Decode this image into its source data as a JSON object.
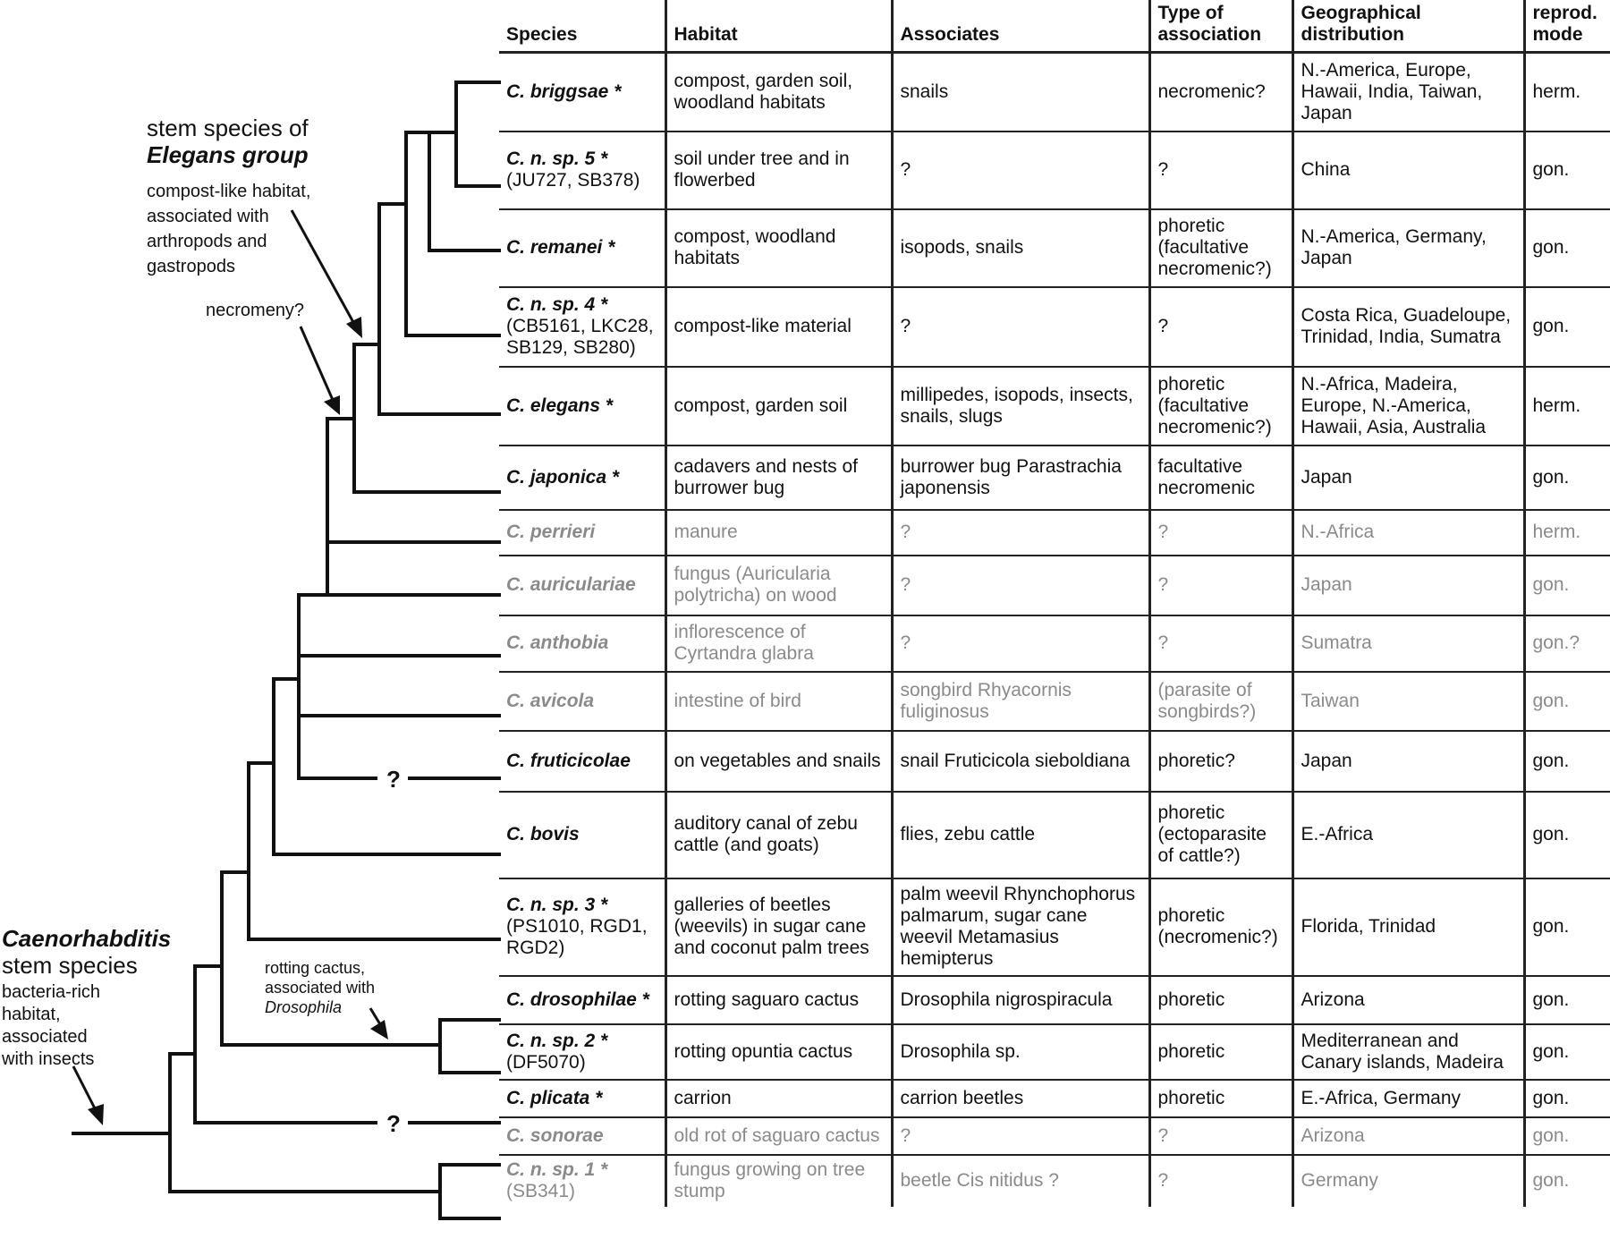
{
  "columns": [
    "Species",
    "Habitat",
    "Associates",
    "Type of association",
    "Geographical distribution",
    "reprod. mode"
  ],
  "rows": [
    {
      "species": "C. briggsae *",
      "strains": "",
      "habitat": "compost, garden soil, woodland habitats",
      "associates": "snails",
      "association": "necromenic?",
      "distribution": "N.-America, Europe, Hawaii, India, Taiwan, Japan",
      "mode": "herm.",
      "gray": false
    },
    {
      "species": "C. n. sp. 5 *",
      "strains": "(JU727, SB378)",
      "habitat": "soil under tree and in flowerbed",
      "associates": "?",
      "association": "?",
      "distribution": "China",
      "mode": "gon.",
      "gray": false
    },
    {
      "species": "C. remanei *",
      "strains": "",
      "habitat": "compost, woodland habitats",
      "associates": "isopods, snails",
      "association": "phoretic (facultative necromenic?)",
      "distribution": "N.-America, Germany, Japan",
      "mode": "gon.",
      "gray": false
    },
    {
      "species": "C. n. sp. 4 *",
      "strains": "(CB5161, LKC28, SB129, SB280)",
      "habitat": "compost-like material",
      "associates": "?",
      "association": "?",
      "distribution": "Costa Rica, Guadeloupe, Trinidad, India, Sumatra",
      "mode": "gon.",
      "gray": false
    },
    {
      "species": "C. elegans *",
      "strains": "",
      "habitat": "compost, garden soil",
      "associates": "millipedes, isopods, insects, snails, slugs",
      "association": "phoretic (facultative necromenic?)",
      "distribution": "N.-Africa, Madeira, Europe, N.-America, Hawaii, Asia, Australia",
      "mode": "herm.",
      "gray": false
    },
    {
      "species": "C. japonica *",
      "strains": "",
      "habitat": "cadavers and nests of burrower bug",
      "associates": "burrower bug Parastrachia japonensis",
      "association": "facultative necromenic",
      "distribution": "Japan",
      "mode": "gon.",
      "gray": false
    },
    {
      "species": "C. perrieri",
      "strains": "",
      "habitat": "manure",
      "associates": "?",
      "association": "?",
      "distribution": "N.-Africa",
      "mode": "herm.",
      "gray": true
    },
    {
      "species": "C. auriculariae",
      "strains": "",
      "habitat": "fungus (Auricularia polytricha) on wood",
      "associates": "?",
      "association": "?",
      "distribution": "Japan",
      "mode": "gon.",
      "gray": true
    },
    {
      "species": "C. anthobia",
      "strains": "",
      "habitat": "inflorescence of Cyrtandra glabra",
      "associates": "?",
      "association": "?",
      "distribution": "Sumatra",
      "mode": "gon.?",
      "gray": true
    },
    {
      "species": "C. avicola",
      "strains": "",
      "habitat": "intestine of bird",
      "associates": "songbird Rhyacornis fuliginosus",
      "association": "(parasite of songbirds?)",
      "distribution": "Taiwan",
      "mode": "gon.",
      "gray": true
    },
    {
      "species": "C. fruticicolae",
      "strains": "",
      "habitat": "on vegetables and snails",
      "associates": "snail Fruticicola sieboldiana",
      "association": "phoretic?",
      "distribution": "Japan",
      "mode": "gon.",
      "gray": false
    },
    {
      "species": "C. bovis",
      "strains": "",
      "habitat": "auditory canal of zebu cattle (and goats)",
      "associates": "flies, zebu cattle",
      "association": "phoretic (ectoparasite of cattle?)",
      "distribution": "E.-Africa",
      "mode": "gon.",
      "gray": false
    },
    {
      "species": "C. n. sp. 3 *",
      "strains": "(PS1010, RGD1, RGD2)",
      "habitat": "galleries of beetles (weevils) in sugar cane and coconut palm trees",
      "associates": "palm weevil Rhynchophorus palmarum, sugar cane weevil Metamasius hemipterus",
      "association": "phoretic (necromenic?)",
      "distribution": "Florida, Trinidad",
      "mode": "gon.",
      "gray": false
    },
    {
      "species": "C. drosophilae *",
      "strains": "",
      "habitat": "rotting saguaro cactus",
      "associates": "Drosophila nigrospiracula",
      "association": "phoretic",
      "distribution": "Arizona",
      "mode": "gon.",
      "gray": false
    },
    {
      "species": "C. n. sp. 2 *",
      "strains": "(DF5070)",
      "habitat": "rotting opuntia cactus",
      "associates": "Drosophila sp.",
      "association": "phoretic",
      "distribution": "Mediterranean and Canary islands, Madeira",
      "mode": "gon.",
      "gray": false
    },
    {
      "species": "C. plicata *",
      "strains": "",
      "habitat": "carrion",
      "associates": "carrion beetles",
      "association": "phoretic",
      "distribution": "E.-Africa, Germany",
      "mode": "gon.",
      "gray": false
    },
    {
      "species": "C. sonorae",
      "strains": "",
      "habitat": "old rot of saguaro cactus",
      "associates": "?",
      "association": "?",
      "distribution": "Arizona",
      "mode": "gon.",
      "gray": true
    },
    {
      "species": "C. n. sp. 1 *",
      "strains": "(SB341)",
      "habitat": "fungus growing on tree stump",
      "associates": "beetle Cis nitidus ?",
      "association": "?",
      "distribution": "Germany",
      "mode": "gon.",
      "gray": true
    }
  ],
  "annotations": {
    "stem_title_1": "stem species of",
    "stem_title_2": "Elegans group",
    "stem_desc_1": "compost-like habitat,",
    "stem_desc_2": "associated with",
    "stem_desc_3": "arthropods and",
    "stem_desc_4": "gastropods",
    "necromeny": "necromeny?",
    "root_title_1": "Caenorhabditis",
    "root_title_2": "stem species",
    "root_desc_1": "bacteria-rich",
    "root_desc_2": "habitat,",
    "root_desc_3": "associated",
    "root_desc_4": "with insects",
    "cactus_1": "rotting cactus,",
    "cactus_2": "associated with",
    "cactus_3": "Drosophila",
    "uncertain_mark": "?"
  },
  "colors": {
    "line": "#111111",
    "gray_text": "#8a8a8a"
  }
}
